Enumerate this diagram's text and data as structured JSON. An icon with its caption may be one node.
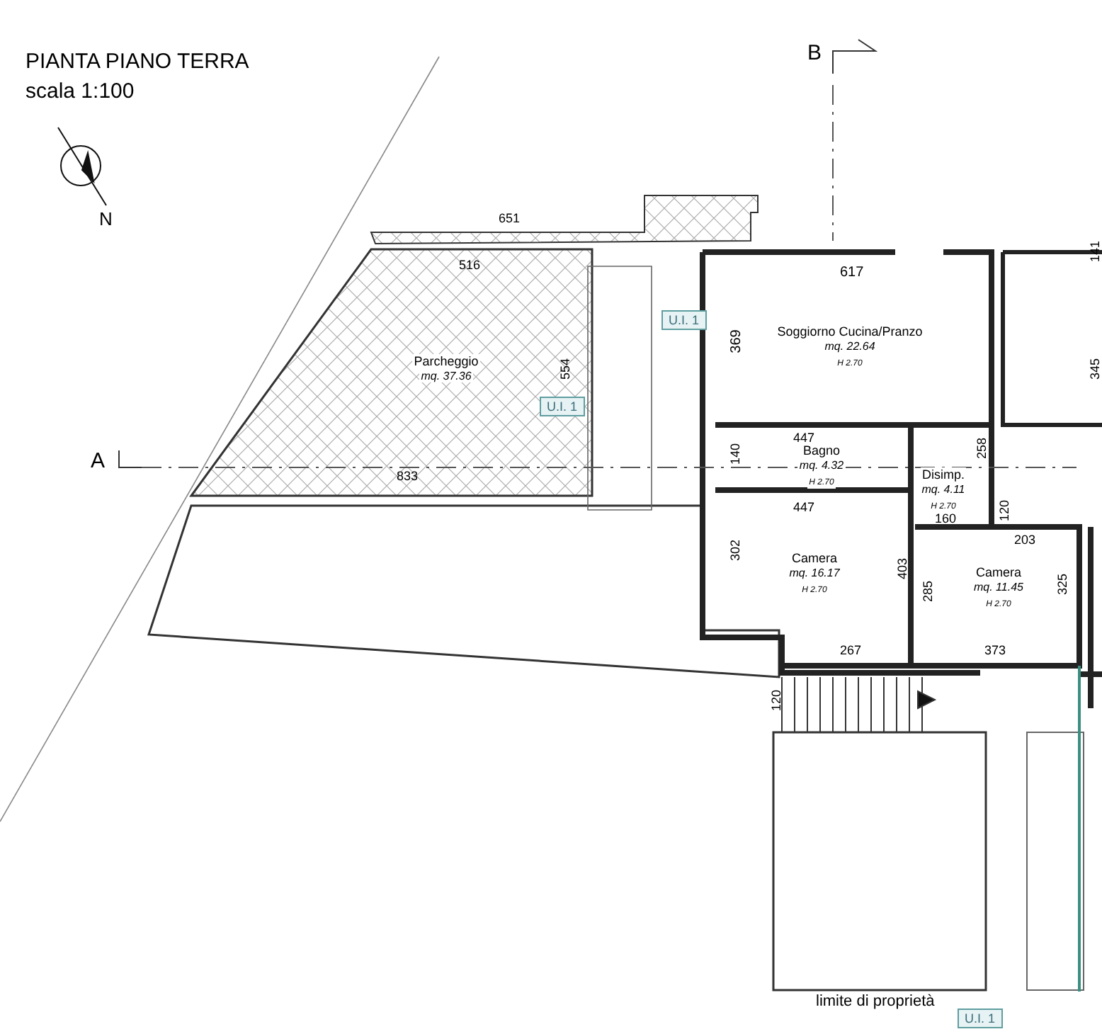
{
  "diagram": {
    "title": "PIANTA PIANO TERRA",
    "nodes": [
      {
        "text": [
          "Parcheggio",
          "mq. 37.36"
        ]
      },
      {
        "text": [
          "U.I. 1"
        ]
      },
      {
        "text": [
          "U.I. 1"
        ]
      },
      {
        "text": [
          "Soggiorno Cucina/Pranzo",
          "mq. 22.64",
          "H 2.70"
        ]
      },
      {
        "text": [
          "Bagno",
          "mq. 4.32",
          "H 2.70"
        ]
      },
      {
        "text": [
          "Disimp.",
          "mq. 4.11",
          "H 2.70"
        ]
      },
      {
        "text": [
          "Camera",
          "mq. 16.17",
          "H 2.70"
        ]
      },
      {
        "text": [
          "Camera",
          "mq. 11.45",
          "H 2.70"
        ]
      },
      {
        "text": [
          "U.I. 1"
        ]
      }
    ],
    "labels": [
      "scala 1:100",
      "N",
      "B",
      "A",
      "651",
      "516",
      "554",
      "833",
      "617",
      "369",
      "141",
      "345",
      "447",
      "140",
      "258",
      "120",
      "447",
      "160",
      "203",
      "302",
      "403",
      "285",
      "325",
      "267",
      "373",
      "120",
      "limite di proprietà"
    ]
  }
}
